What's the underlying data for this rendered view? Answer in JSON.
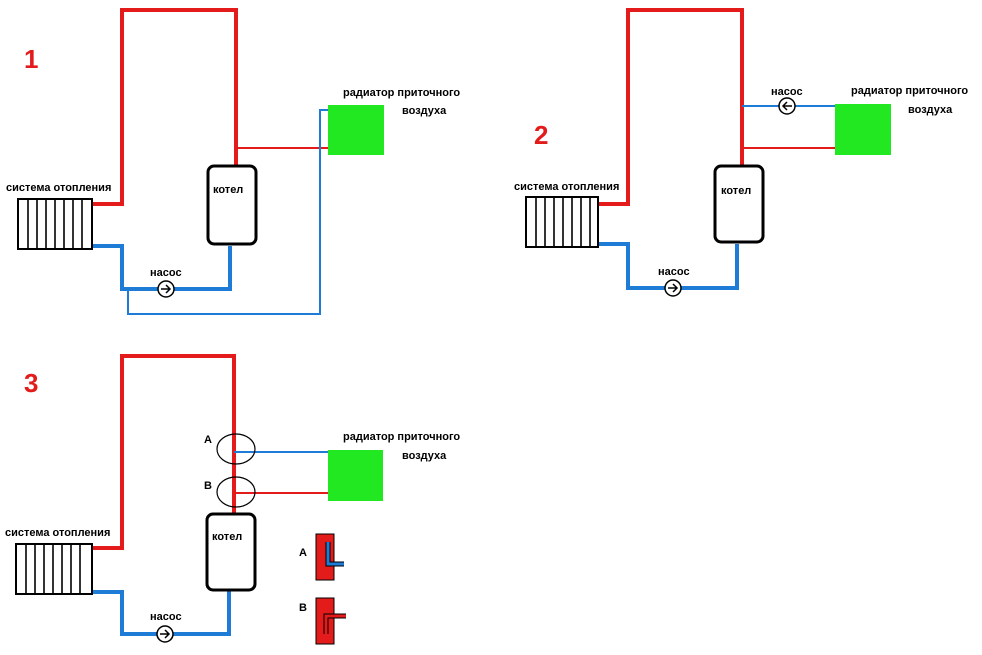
{
  "colors": {
    "hot": "#e31b1b",
    "cold": "#1e7bd6",
    "air_radiator": "#22e822",
    "outline": "#000000"
  },
  "schemes": [
    {
      "number": "1",
      "heating_label": "система отопления",
      "boiler_label": "котел",
      "pump_label": "насос",
      "air_label_line1": "радиатор приточного",
      "air_label_line2": "воздуха"
    },
    {
      "number": "2",
      "heating_label": "система отопления",
      "boiler_label": "котел",
      "pump_label": "насос",
      "air_label_line1": "радиатор приточного",
      "air_label_line2": "воздуха"
    },
    {
      "number": "3",
      "heating_label": "система отопления",
      "boiler_label": "котел",
      "pump_label": "насос",
      "air_label_line1": "радиатор приточного",
      "air_label_line2": "воздуха",
      "joint_a": "A",
      "joint_b": "B",
      "detail_a": "A",
      "detail_b": "B"
    }
  ]
}
